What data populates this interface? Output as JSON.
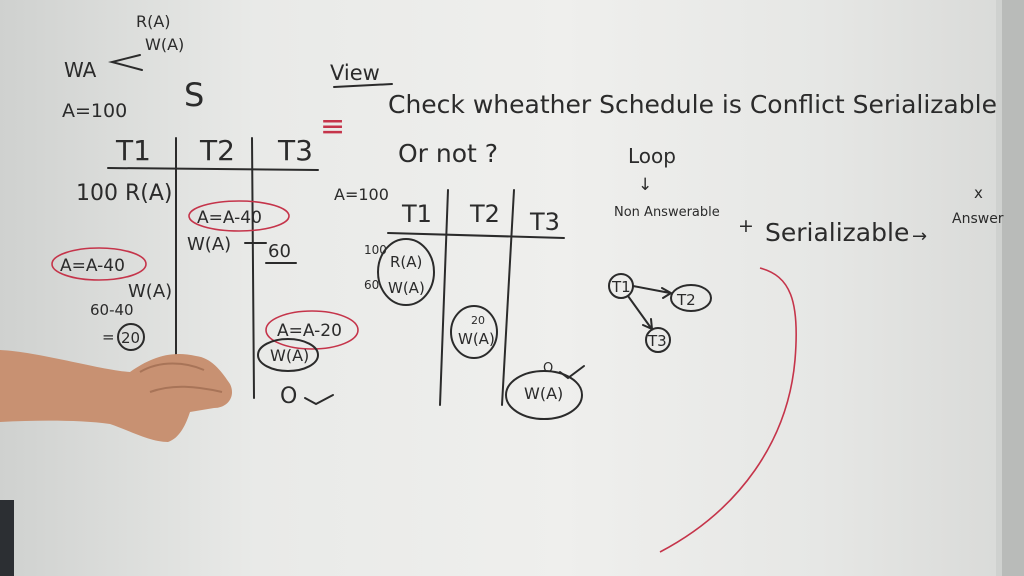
{
  "board": {
    "top_left": {
      "wa": "WA",
      "ra": "R(A)",
      "wa2": "W(A)",
      "a_init": "A=100",
      "s": "S"
    },
    "table1": {
      "headers": [
        "T1",
        "T2",
        "T3"
      ],
      "c1": {
        "r": "100 R(A)",
        "calc": "A=A-40",
        "w": "W(A)",
        "m1": "60-40",
        "m2": "=",
        "res": "20"
      },
      "c2": {
        "calc": "A=A-40",
        "w": "W(A)",
        "res": "60"
      },
      "c3": {
        "calc": "A=A-20",
        "w": "W(A)",
        "ok": "O"
      }
    },
    "view": {
      "word": "View",
      "eq": "≡"
    },
    "question": {
      "line1": "Check wheather Schedule is Conflict Serializable",
      "line2": "Or not ?"
    },
    "loop": {
      "word": "Loop",
      "arrow": "↓"
    },
    "result": {
      "left": "Non Answerable",
      "plus": "+",
      "mid": "Serializable",
      "arrow": "→",
      "right": "Answer",
      "x": "x"
    },
    "table2": {
      "a_init": "A=100",
      "headers": [
        "T1",
        "T2",
        "T3"
      ],
      "c1": {
        "n1": "100",
        "r": "R(A)",
        "n2": "60",
        "w": "W(A)"
      },
      "c2": {
        "n": "20",
        "w": "W(A)"
      },
      "c3": {
        "w": "W(A)",
        "ok": "O"
      }
    },
    "graph": {
      "n1": "T1",
      "n2": "T2",
      "n3": "T3"
    }
  },
  "colors": {
    "board": "#eeeeec",
    "ink": "#2b2b2b",
    "marker_red": "#c5344a",
    "skin": "#c89172"
  }
}
